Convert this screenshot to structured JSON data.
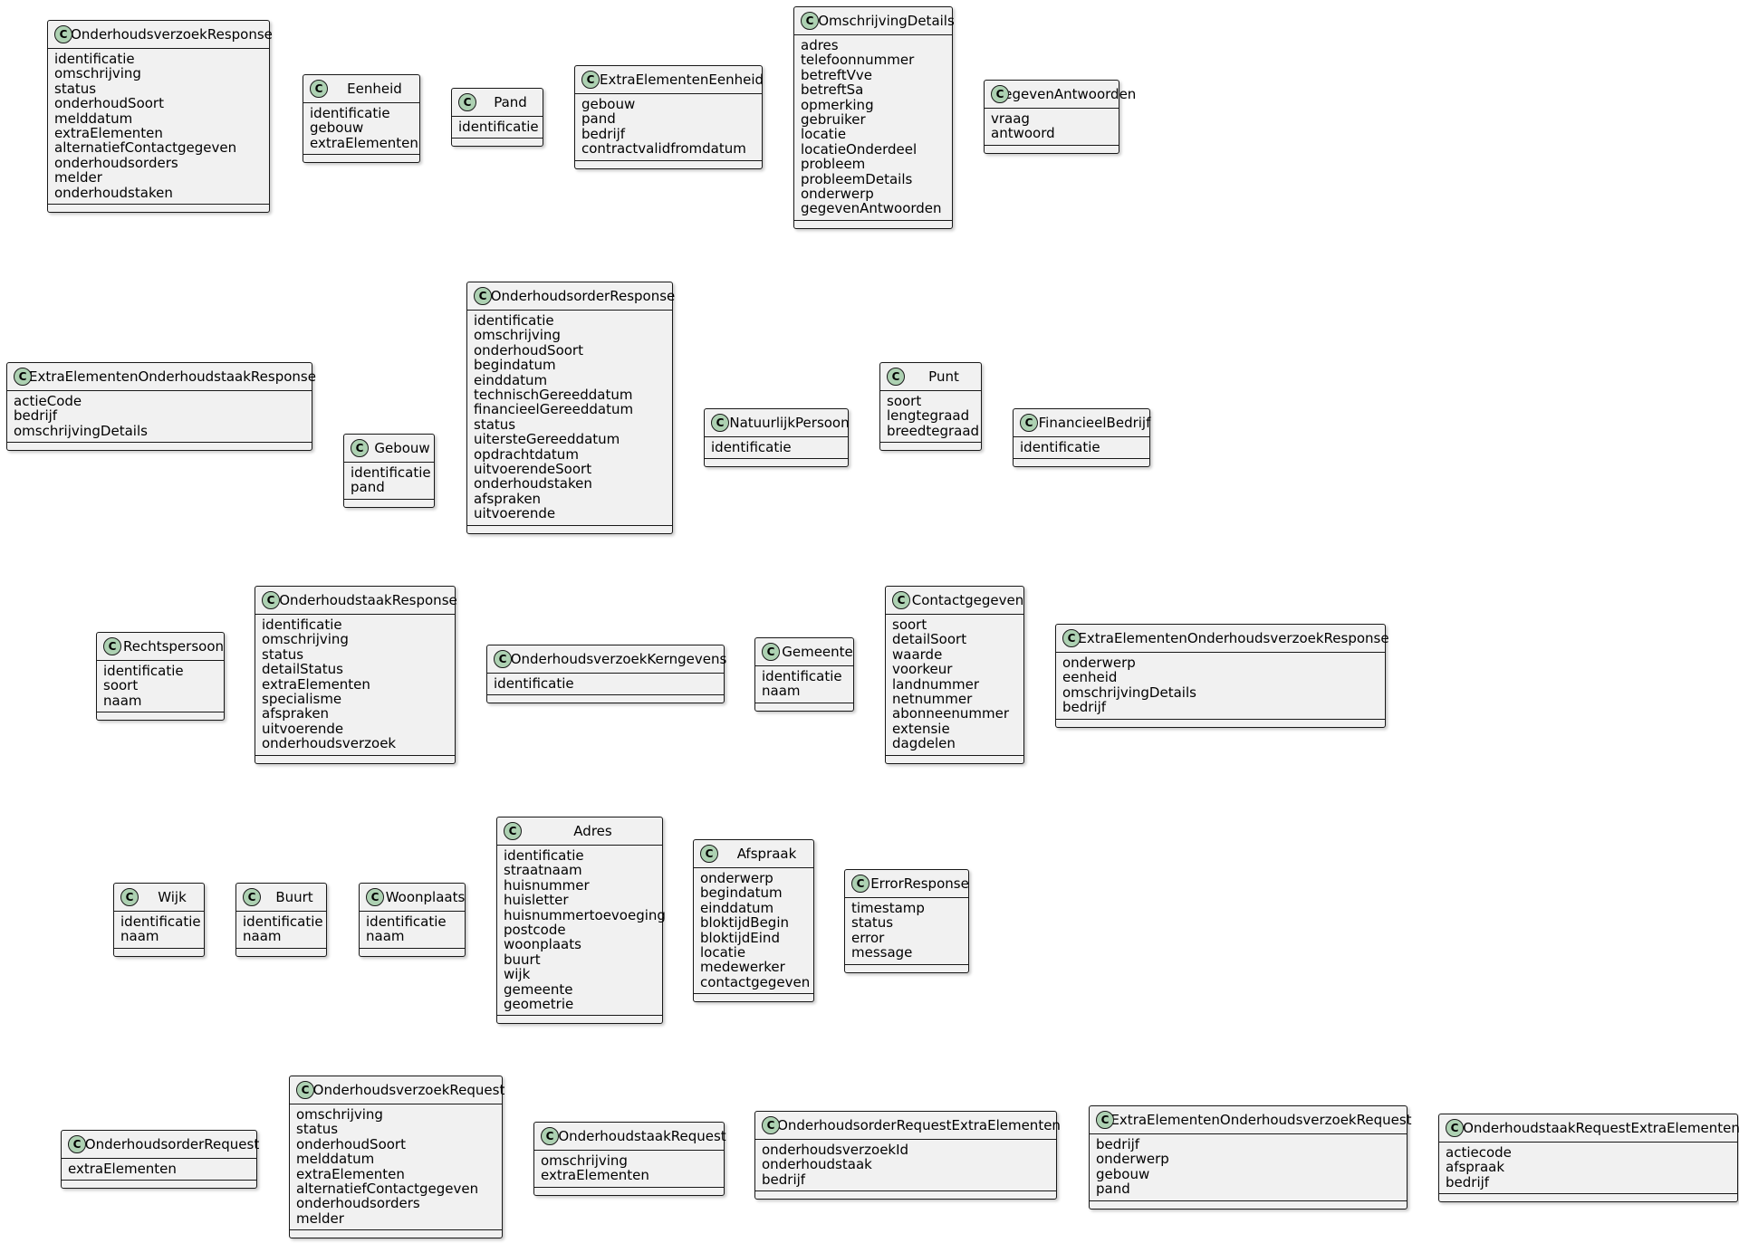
{
  "classes": [
    {
      "name": "OnderhoudsverzoekResponse",
      "icon": "C",
      "fields": [
        "identificatie",
        "omschrijving",
        "status",
        "onderhoudSoort",
        "melddatum",
        "extraElementen",
        "alternatiefContactgegeven",
        "onderhoudsorders",
        "melder",
        "onderhoudstaken"
      ]
    },
    {
      "name": "Eenheid",
      "icon": "C",
      "fields": [
        "identificatie",
        "gebouw",
        "extraElementen"
      ]
    },
    {
      "name": "Pand",
      "icon": "C",
      "fields": [
        "identificatie"
      ]
    },
    {
      "name": "ExtraElementenEenheid",
      "icon": "C",
      "fields": [
        "gebouw",
        "pand",
        "bedrijf",
        "contractvalidfromdatum"
      ]
    },
    {
      "name": "OmschrijvingDetails",
      "icon": "C",
      "fields": [
        "adres",
        "telefoonnummer",
        "betreftVve",
        "betreftSa",
        "opmerking",
        "gebruiker",
        "locatie",
        "locatieOnderdeel",
        "probleem",
        "probleemDetails",
        "onderwerp",
        "gegevenAntwoorden"
      ]
    },
    {
      "name": "GegevenAntwoorden",
      "icon": "C",
      "fields": [
        "vraag",
        "antwoord"
      ]
    },
    {
      "name": "ExtraElementenOnderhoudstaakResponse",
      "icon": "C",
      "fields": [
        "actieCode",
        "bedrijf",
        "omschrijvingDetails"
      ]
    },
    {
      "name": "Gebouw",
      "icon": "C",
      "fields": [
        "identificatie",
        "pand"
      ]
    },
    {
      "name": "OnderhoudsorderResponse",
      "icon": "C",
      "fields": [
        "identificatie",
        "omschrijving",
        "onderhoudSoort",
        "begindatum",
        "einddatum",
        "technischGereeddatum",
        "financieelGereeddatum",
        "status",
        "uitersteGereeddatum",
        "opdrachtdatum",
        "uitvoerendeSoort",
        "onderhoudstaken",
        "afspraken",
        "uitvoerende"
      ]
    },
    {
      "name": "NatuurlijkPersoon",
      "icon": "C",
      "fields": [
        "identificatie"
      ]
    },
    {
      "name": "Punt",
      "icon": "C",
      "fields": [
        "soort",
        "lengtegraad",
        "breedtegraad"
      ]
    },
    {
      "name": "FinancieelBedrijf",
      "icon": "C",
      "fields": [
        "identificatie"
      ]
    },
    {
      "name": "Rechtspersoon",
      "icon": "C",
      "fields": [
        "identificatie",
        "soort",
        "naam"
      ]
    },
    {
      "name": "OnderhoudstaakResponse",
      "icon": "C",
      "fields": [
        "identificatie",
        "omschrijving",
        "status",
        "detailStatus",
        "extraElementen",
        "specialisme",
        "afspraken",
        "uitvoerende",
        "onderhoudsverzoek"
      ]
    },
    {
      "name": "OnderhoudsverzoekKerngevens",
      "icon": "C",
      "fields": [
        "identificatie"
      ]
    },
    {
      "name": "Gemeente",
      "icon": "C",
      "fields": [
        "identificatie",
        "naam"
      ]
    },
    {
      "name": "Contactgegeven",
      "icon": "C",
      "fields": [
        "soort",
        "detailSoort",
        "waarde",
        "voorkeur",
        "landnummer",
        "netnummer",
        "abonneenummer",
        "extensie",
        "dagdelen"
      ]
    },
    {
      "name": "ExtraElementenOnderhoudsverzoekResponse",
      "icon": "C",
      "fields": [
        "onderwerp",
        "eenheid",
        "omschrijvingDetails",
        "bedrijf"
      ]
    },
    {
      "name": "Wijk",
      "icon": "C",
      "fields": [
        "identificatie",
        "naam"
      ]
    },
    {
      "name": "Buurt",
      "icon": "C",
      "fields": [
        "identificatie",
        "naam"
      ]
    },
    {
      "name": "Woonplaats",
      "icon": "C",
      "fields": [
        "identificatie",
        "naam"
      ]
    },
    {
      "name": "Adres",
      "icon": "C",
      "fields": [
        "identificatie",
        "straatnaam",
        "huisnummer",
        "huisletter",
        "huisnummertoevoeging",
        "postcode",
        "woonplaats",
        "buurt",
        "wijk",
        "gemeente",
        "geometrie"
      ]
    },
    {
      "name": "Afspraak",
      "icon": "C",
      "fields": [
        "onderwerp",
        "begindatum",
        "einddatum",
        "bloktijdBegin",
        "bloktijdEind",
        "locatie",
        "medewerker",
        "contactgegeven"
      ]
    },
    {
      "name": "ErrorResponse",
      "icon": "C",
      "fields": [
        "timestamp",
        "status",
        "error",
        "message"
      ]
    },
    {
      "name": "OnderhoudsorderRequest",
      "icon": "C",
      "fields": [
        "extraElementen"
      ]
    },
    {
      "name": "OnderhoudsverzoekRequest",
      "icon": "C",
      "fields": [
        "omschrijving",
        "status",
        "onderhoudSoort",
        "melddatum",
        "extraElementen",
        "alternatiefContactgegeven",
        "onderhoudsorders",
        "melder"
      ]
    },
    {
      "name": "OnderhoudstaakRequest",
      "icon": "C",
      "fields": [
        "omschrijving",
        "extraElementen"
      ]
    },
    {
      "name": "OnderhoudsorderRequestExtraElementen",
      "icon": "C",
      "fields": [
        "onderhoudsverzoekId",
        "onderhoudstaak",
        "bedrijf"
      ]
    },
    {
      "name": "ExtraElementenOnderhoudsverzoekRequest",
      "icon": "C",
      "fields": [
        "bedrijf",
        "onderwerp",
        "gebouw",
        "pand"
      ]
    },
    {
      "name": "OnderhoudstaakRequestExtraElementen",
      "icon": "C",
      "fields": [
        "actiecode",
        "afspraak",
        "bedrijf"
      ]
    }
  ]
}
